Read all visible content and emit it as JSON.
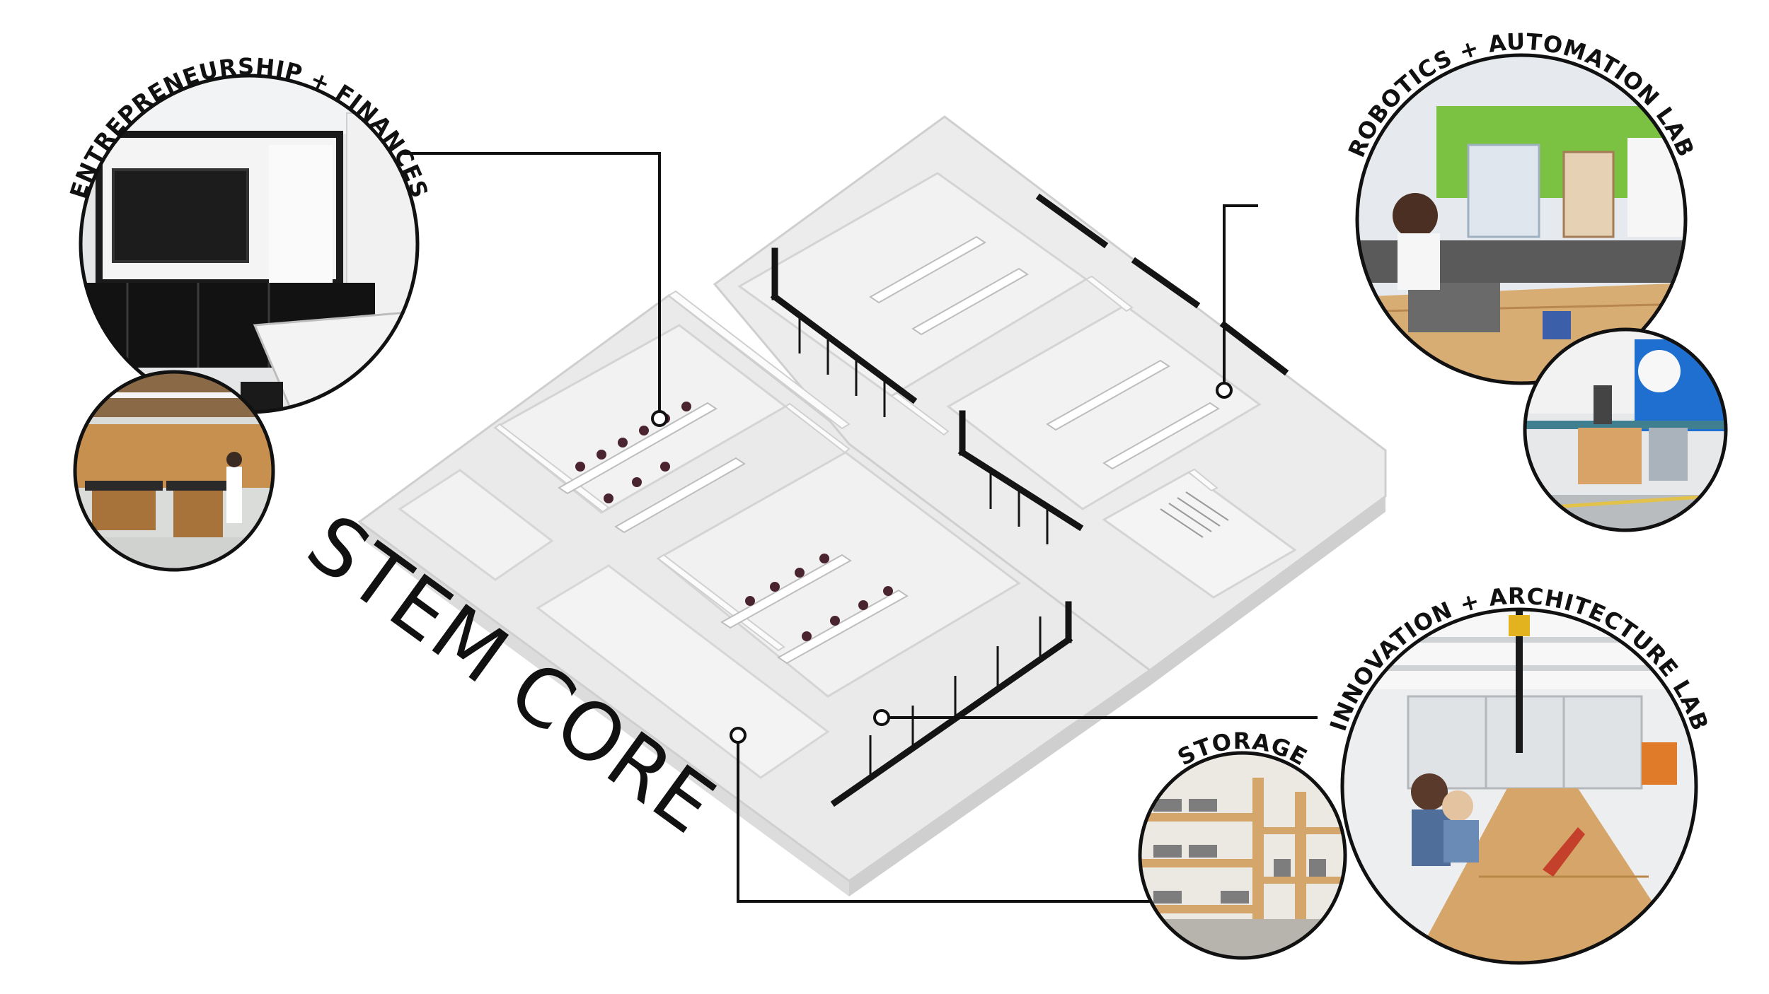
{
  "diagram": {
    "title": "STEM CORE",
    "spaces": [
      {
        "id": "entrepreneurship",
        "label": "ENTREPRENEURSHIP + FINANCES"
      },
      {
        "id": "robotics",
        "label": "ROBOTICS + AUTOMATION LAB"
      },
      {
        "id": "innovation",
        "label": "INNOVATION + ARCHITECTURE LAB"
      },
      {
        "id": "storage",
        "label": "STORAGE"
      }
    ]
  },
  "colors": {
    "line": "#111111",
    "floor": "#e9e9e9",
    "wall": "#f7f7f7",
    "glazing": "#141414",
    "lab_green": "#7cc242",
    "wood": "#c99a5e"
  }
}
